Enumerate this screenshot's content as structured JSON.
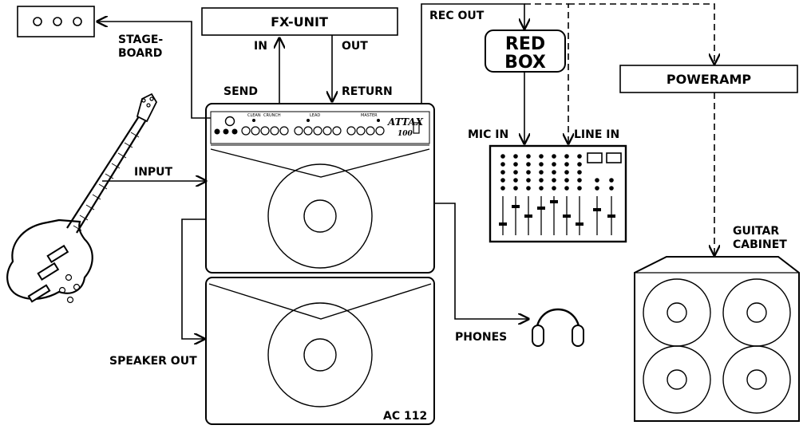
{
  "boxes": {
    "fx_unit": "FX-UNIT",
    "red_box_line1": "RED",
    "red_box_line2": "BOX",
    "poweramp": "POWERAMP"
  },
  "labels": {
    "stageboard_line1": "STAGE-",
    "stageboard_line2": "BOARD",
    "in": "IN",
    "out": "OUT",
    "send": "SEND",
    "return": "RETURN",
    "rec_out": "REC OUT",
    "mic_in": "MIC IN",
    "line_in": "LINE IN",
    "input": "INPUT",
    "speaker_out": "SPEAKER OUT",
    "phones": "PHONES",
    "guitar_cabinet_line1": "GUITAR",
    "guitar_cabinet_line2": "CABINET",
    "ac112": "AC 112"
  },
  "amp_panel": {
    "logo_line1": "ATTAX",
    "logo_line2": "100",
    "section_clean": "CLEAN",
    "section_crunch": "CRUNCH",
    "section_lead": "LEAD",
    "section_master": "MASTER"
  }
}
